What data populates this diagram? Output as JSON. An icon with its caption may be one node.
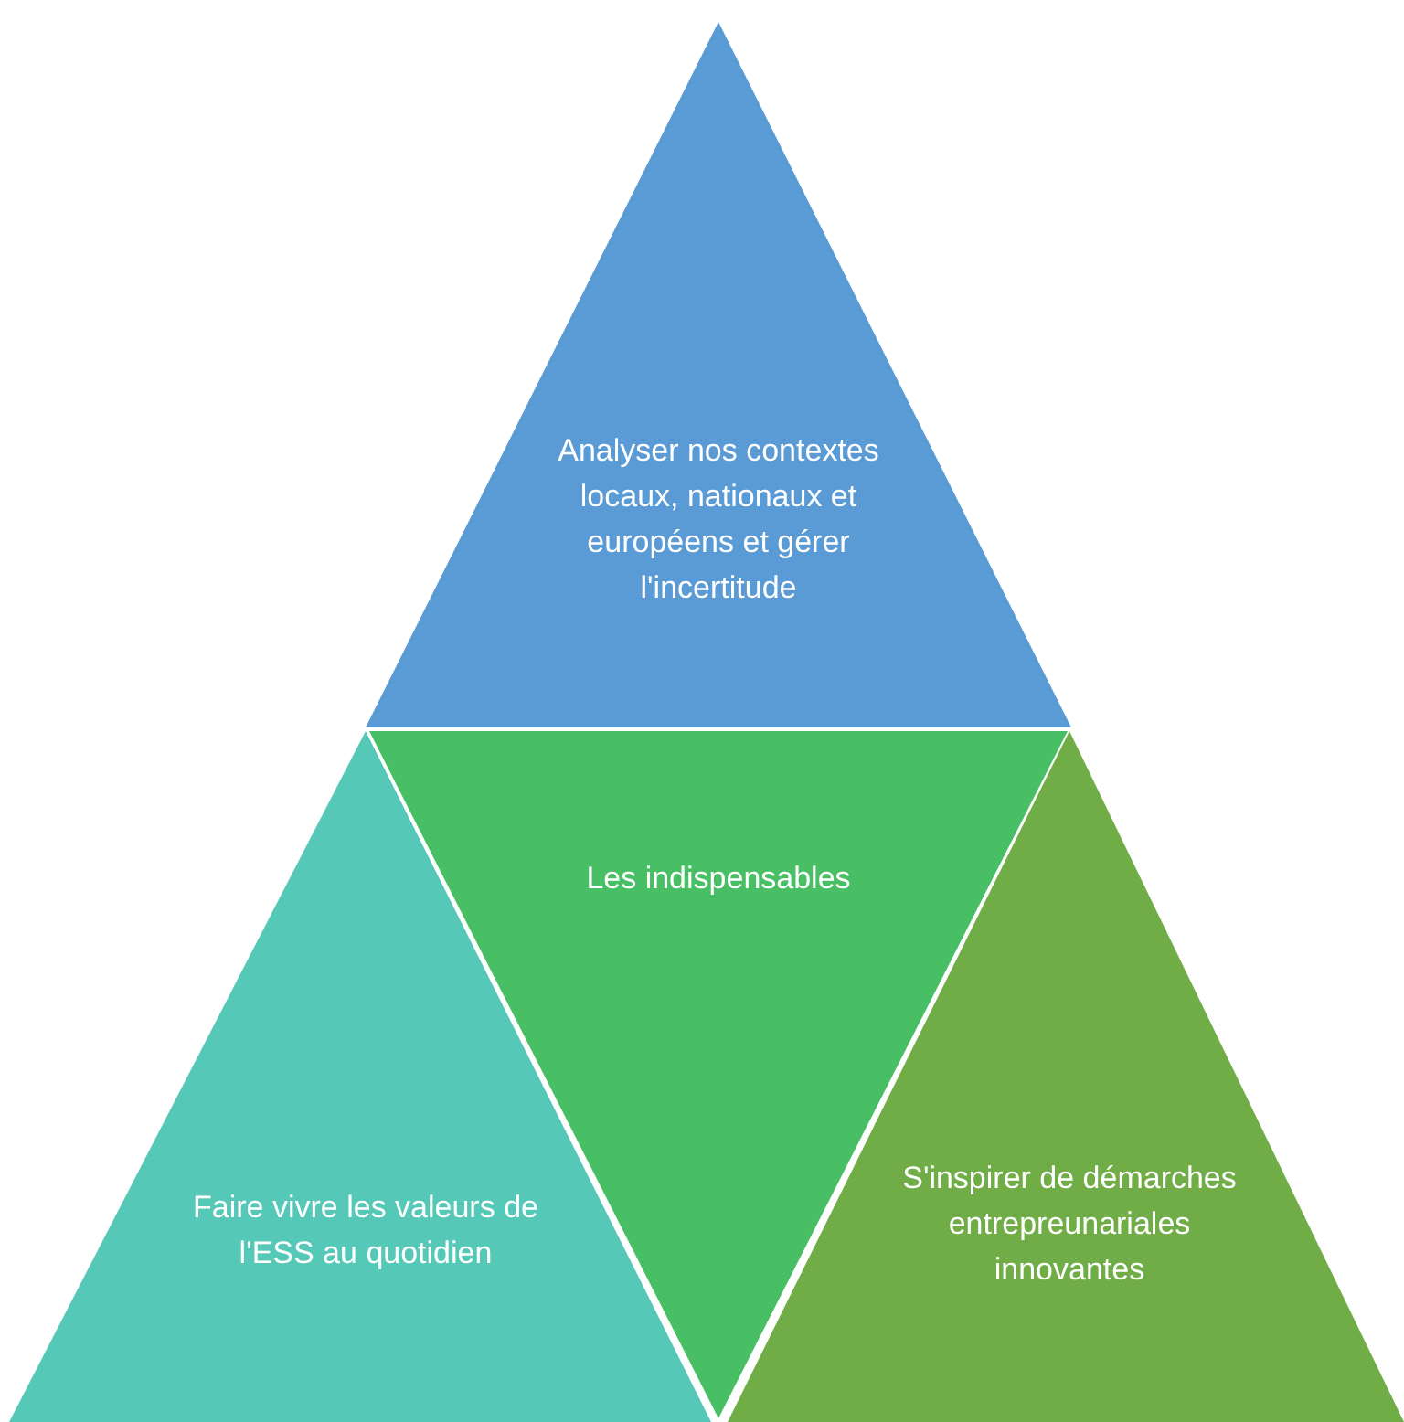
{
  "diagram": {
    "nodes": [
      {
        "text": [
          "Analyser nos contextes locaux, nationaux et européens et gérer l'incertitude"
        ]
      },
      {
        "text": [
          "Les indispensables"
        ]
      },
      {
        "text": [
          "Faire vivre les valeurs de l'ESS au quotidien"
        ]
      },
      {
        "text": [
          "S'inspirer de démarches entrepreunariales innovantes"
        ]
      }
    ]
  }
}
